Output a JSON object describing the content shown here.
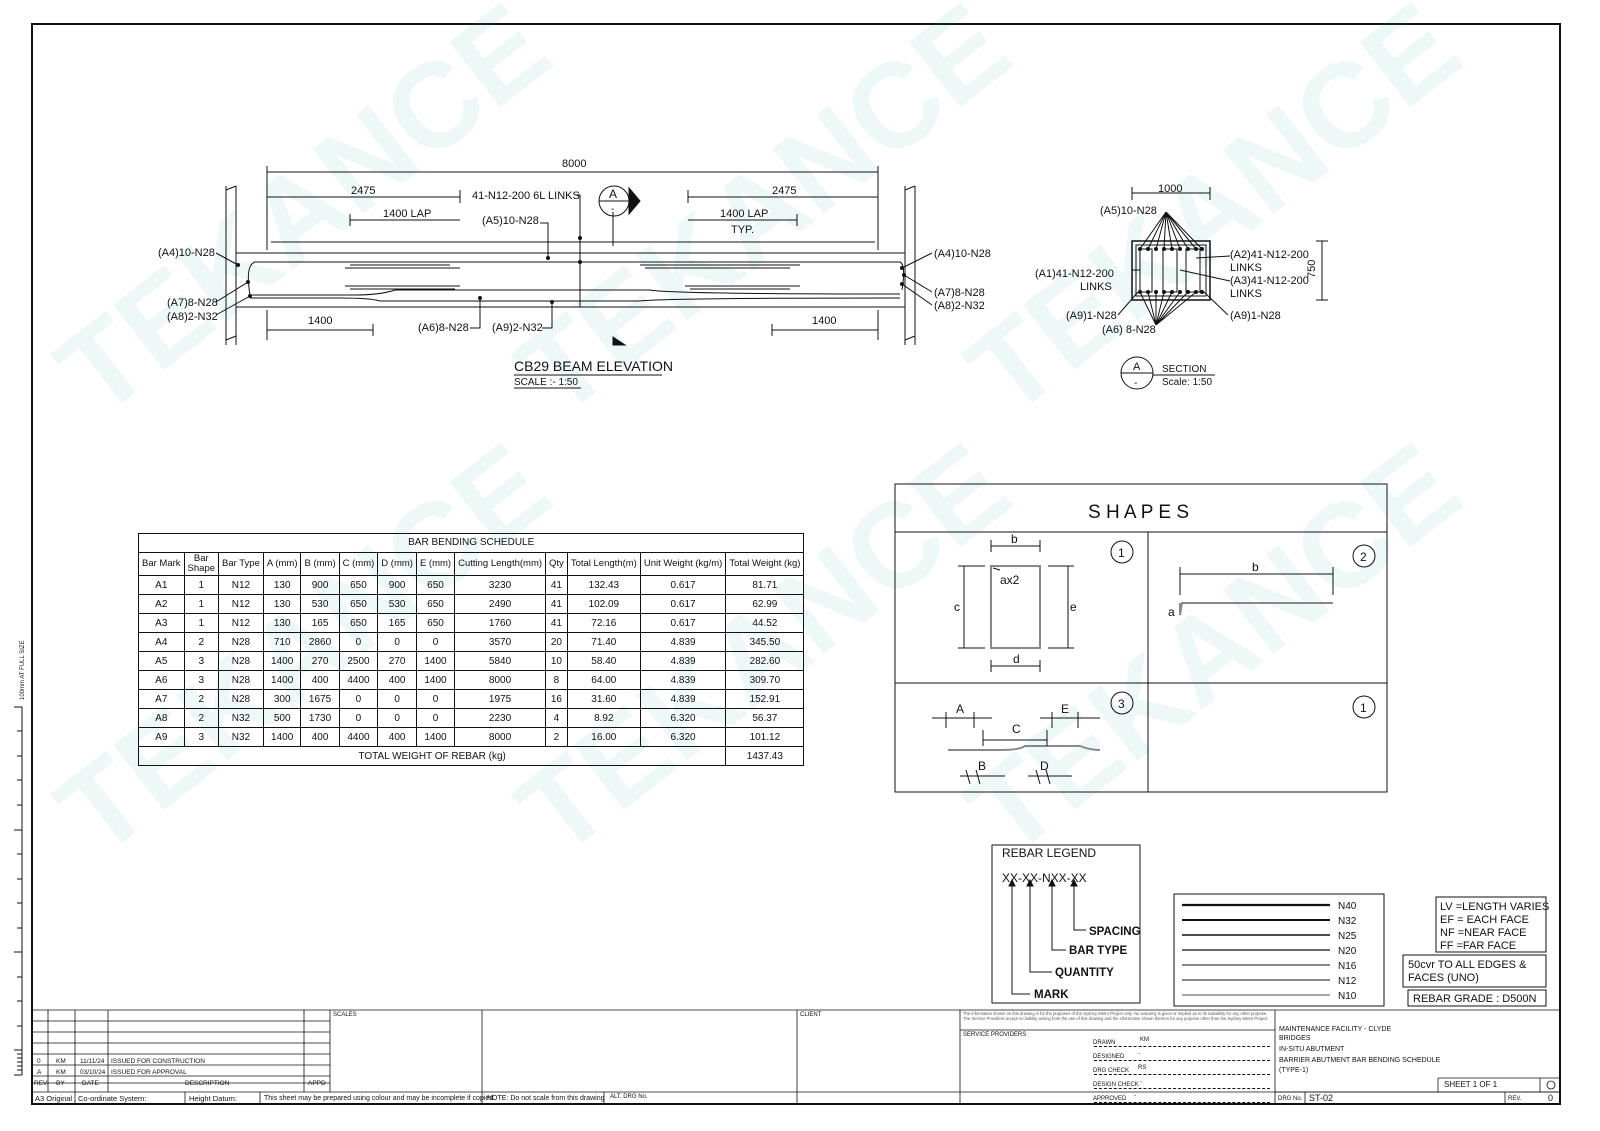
{
  "elevation": {
    "dims": {
      "overall": "8000",
      "left_half": "2475",
      "right_half": "2475",
      "lap_left": "1400 LAP",
      "lap_right": "1400 LAP",
      "typ": "TYP.",
      "bottom_left": "1400",
      "bottom_right": "1400"
    },
    "labels": {
      "a4_left": "(A4)10-N28",
      "a7_left": "(A7)8-N28",
      "a8_left": "(A8)2-N32",
      "a5": "(A5)10-N28",
      "links": "41-N12-200 6L LINKS",
      "a6": "(A6)8-N28",
      "a9": "(A9)2-N32",
      "a4_right": "(A4)10-N28",
      "a7_right": "(A7)8-N28",
      "a8_right": "(A8)2-N32"
    },
    "section_marker": {
      "letter": "A",
      "sub": "-"
    },
    "title": "CB29 BEAM ELEVATION",
    "scale": "SCALE :- 1:50"
  },
  "section": {
    "dims": {
      "width": "1000",
      "height": "750"
    },
    "labels": {
      "a5": "(A5)10-N28",
      "a1": "(A1)41-N12-200",
      "a1_links": "LINKS",
      "a2": "(A2)41-N12-200",
      "a2_links": "LINKS",
      "a3": "(A3)41-N12-200",
      "a3_links": "LINKS",
      "a9_left": "(A9)1-N28",
      "a6": "(A6) 8-N28",
      "a9_right": "(A9)1-N28"
    },
    "marker": {
      "letter": "A",
      "sub": "-"
    },
    "title": "SECTION",
    "scale": "Scale: 1:50"
  },
  "schedule": {
    "title": "BAR BENDING SCHEDULE",
    "headers": [
      "Bar Mark",
      "Bar Shape",
      "Bar Type",
      "A (mm)",
      "B (mm)",
      "C (mm)",
      "D (mm)",
      "E (mm)",
      "Cutting Length(mm)",
      "Qty",
      "Total Length(m)",
      "Unit Weight (kg/m)",
      "Total Weight (kg)"
    ],
    "rows": [
      [
        "A1",
        "1",
        "N12",
        "130",
        "900",
        "650",
        "900",
        "650",
        "3230",
        "41",
        "132.43",
        "0.617",
        "81.71"
      ],
      [
        "A2",
        "1",
        "N12",
        "130",
        "530",
        "650",
        "530",
        "650",
        "2490",
        "41",
        "102.09",
        "0.617",
        "62.99"
      ],
      [
        "A3",
        "1",
        "N12",
        "130",
        "165",
        "650",
        "165",
        "650",
        "1760",
        "41",
        "72.16",
        "0.617",
        "44.52"
      ],
      [
        "A4",
        "2",
        "N28",
        "710",
        "2860",
        "0",
        "0",
        "0",
        "3570",
        "20",
        "71.40",
        "4.839",
        "345.50"
      ],
      [
        "A5",
        "3",
        "N28",
        "1400",
        "270",
        "2500",
        "270",
        "1400",
        "5840",
        "10",
        "58.40",
        "4.839",
        "282.60"
      ],
      [
        "A6",
        "3",
        "N28",
        "1400",
        "400",
        "4400",
        "400",
        "1400",
        "8000",
        "8",
        "64.00",
        "4.839",
        "309.70"
      ],
      [
        "A7",
        "2",
        "N28",
        "300",
        "1675",
        "0",
        "0",
        "0",
        "1975",
        "16",
        "31.60",
        "4.839",
        "152.91"
      ],
      [
        "A8",
        "2",
        "N32",
        "500",
        "1730",
        "0",
        "0",
        "0",
        "2230",
        "4",
        "8.92",
        "6.320",
        "56.37"
      ],
      [
        "A9",
        "3",
        "N32",
        "1400",
        "400",
        "4400",
        "400",
        "1400",
        "8000",
        "2",
        "16.00",
        "6.320",
        "101.12"
      ]
    ],
    "total_label": "TOTAL WEIGHT OF REBAR (kg)",
    "total_value": "1437.43"
  },
  "shapes": {
    "title": "S H A P E S",
    "s1": {
      "num": "1",
      "b": "b",
      "c": "c",
      "e": "e",
      "d": "d",
      "hook": "ax2"
    },
    "s2": {
      "num": "2",
      "b": "b",
      "a": "a"
    },
    "s3": {
      "num": "3",
      "A": "A",
      "E": "E",
      "C": "C",
      "B": "B",
      "D": "D"
    },
    "s4": {
      "num": "1"
    }
  },
  "legend": {
    "title": "REBAR LEGEND",
    "code": "XX-XX-NXX-XX",
    "spacing": "SPACING",
    "bar_type": "BAR TYPE",
    "quantity": "QUANTITY",
    "mark": "MARK"
  },
  "bar_sizes": [
    "N40",
    "N32",
    "N25",
    "N20",
    "N16",
    "N12",
    "N10"
  ],
  "notes": {
    "abbrev": [
      "LV =LENGTH VARIES",
      "EF = EACH FACE",
      "NF =NEAR FACE",
      "FF =FAR FACE"
    ],
    "cover_1": "50cvr TO ALL EDGES &",
    "cover_2": "FACES (UNO)",
    "grade": "REBAR GRADE  : D500N"
  },
  "ruler_label": "100mm AT FULL SIZE",
  "watermark": "TEKANCE",
  "titleblock": {
    "rev_rows": [
      {
        "rev": "0",
        "by": "KM",
        "date": "11/11/24",
        "desc": "ISSUED FOR CONSTRUCTION"
      },
      {
        "rev": "A",
        "by": "KM",
        "date": "03/10/24",
        "desc": "ISSUED FOR APPROVAL"
      }
    ],
    "rev_head": {
      "rev": "REV.",
      "by": "BY",
      "date": "DATE",
      "desc": "DESCRIPTION",
      "appd": "APPD"
    },
    "a3": "A3 Original",
    "coord": "Co-ordinate System:",
    "height": "Height Datum:",
    "colour_note": "This sheet may be prepared using colour and may be incomplete if copied",
    "scale_note": "NOTE:  Do not scale from this drawing",
    "alt_drg": "ALT. DRG No.",
    "scales": "SCALES",
    "client": "CLIENT",
    "disclaimer": "The information shown on this drawing is for the purposes of the Sydney Metro Project only. No warranty is given or implied as to its suitability for any other purpose. The Service Providers accept no liability arising from the use of this drawing and the information shown thereon for any purpose other than the Sydney Metro Project.",
    "service": "SERVICE PROVIDERS",
    "drawn": "DRAWN",
    "drawn_val": "KM",
    "designed": "DESIGNED",
    "designed_val": "-",
    "drg_check": "DRG CHECK",
    "drg_check_val": "RS",
    "design_check": "DESIGN CHECK",
    "design_check_val": "-",
    "approved": "APPROVED",
    "approved_val": "-",
    "project_lines": [
      "MAINTENANCE FACILITY - CLYDE",
      "BRIDGES",
      "IN-SITU ABUTMENT",
      "BARRIER ABUTMENT BAR BENDING SCHEDULE",
      "(TYPE-1)"
    ],
    "sheet": "SHEET  1   OF   1",
    "drg_no_label": "DRG No.",
    "drg_no": "ST-02",
    "rev_label": "REV.",
    "rev_val": "0"
  }
}
